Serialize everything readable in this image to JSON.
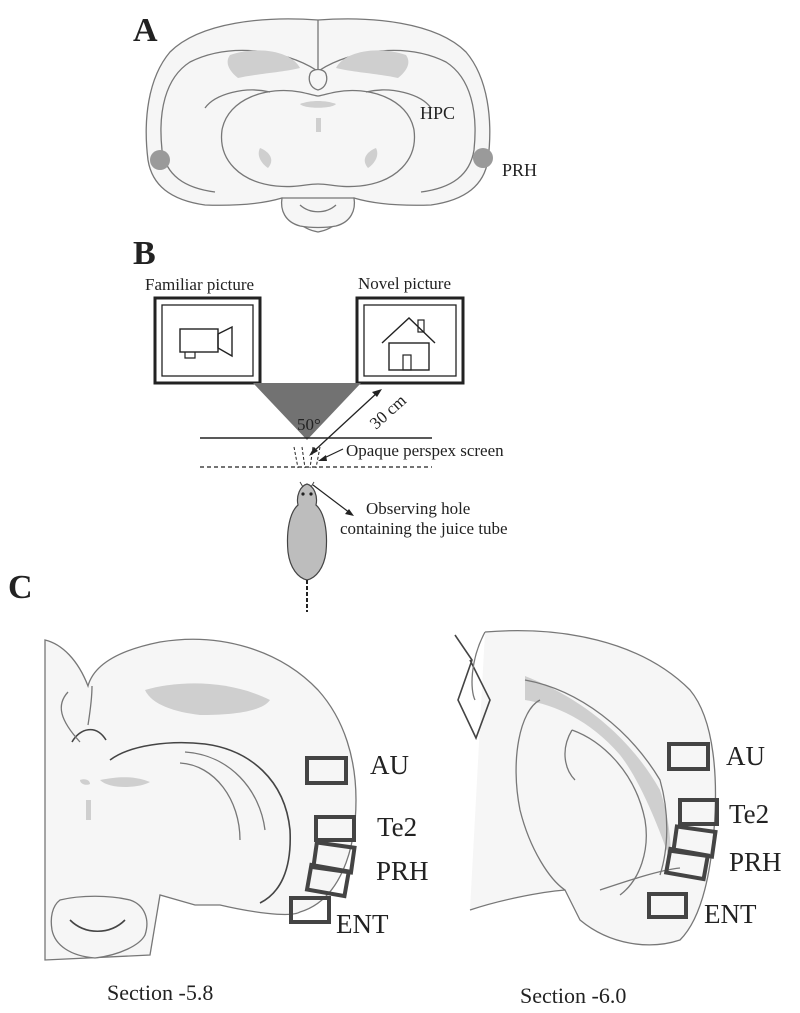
{
  "panels": {
    "A": {
      "letter": "A",
      "labels": {
        "hpc": "HPC",
        "prh": "PRH"
      }
    },
    "B": {
      "letter": "B",
      "familiar_label": "Familiar picture",
      "novel_label": "Novel picture",
      "angle_label": "50°",
      "distance_label": "30 cm",
      "screen_label": "Opaque perspex screen",
      "hole_label_line1": "Observing hole",
      "hole_label_line2": "containing the juice tube",
      "familiar_icon": "video-camera-icon",
      "novel_icon": "house-icon"
    },
    "C": {
      "letter": "C",
      "left": {
        "caption": "Section -5.8",
        "regions": [
          "AU",
          "Te2",
          "PRH",
          "ENT"
        ]
      },
      "right": {
        "caption": "Section -6.0",
        "regions": [
          "AU",
          "Te2",
          "PRH",
          "ENT"
        ]
      }
    }
  }
}
